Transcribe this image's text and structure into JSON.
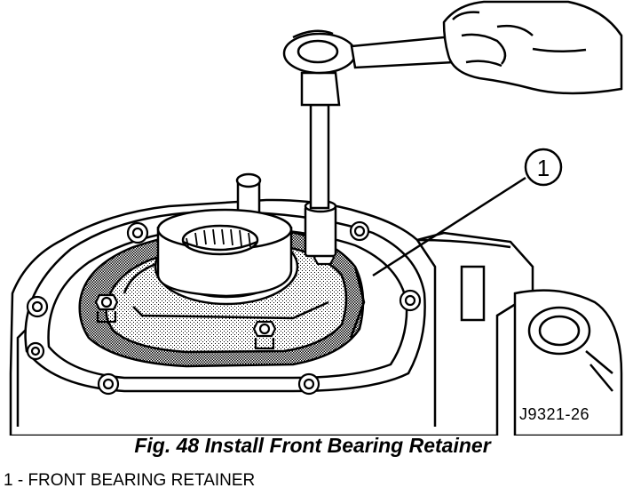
{
  "figure": {
    "caption": "Fig. 48 Install Front Bearing Retainer",
    "id_label": "J9321-26",
    "callout_number": "1",
    "legend": [
      {
        "text": "1 - FRONT BEARING RETAINER"
      }
    ]
  },
  "colors": {
    "line": "#000000",
    "shading": "#b8b8b8",
    "background": "#ffffff"
  }
}
